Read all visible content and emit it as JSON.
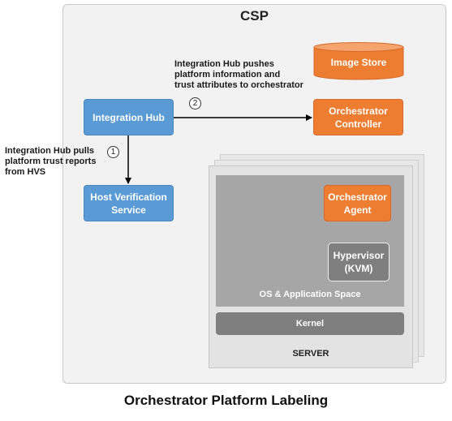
{
  "csp": {
    "title": "CSP"
  },
  "image_store": {
    "label": "Image Store"
  },
  "integration_hub": {
    "label": "Integration Hub"
  },
  "orchestrator_controller": {
    "label_line1": "Orchestrator",
    "label_line2": "Controller"
  },
  "host_verification": {
    "label_line1": "Host Verification",
    "label_line2": "Service"
  },
  "push_note": {
    "line1": "Integration Hub pushes",
    "line2": "platform information and",
    "line3": "trust attributes to orchestrator",
    "step": "2"
  },
  "pull_note": {
    "line1": "Integration Hub pulls",
    "line2": "platform trust reports",
    "line3": "from HVS",
    "step": "1"
  },
  "server": {
    "orchestrator_agent_line1": "Orchestrator",
    "orchestrator_agent_line2": "Agent",
    "hypervisor_line1": "Hypervisor",
    "hypervisor_line2": "(KVM)",
    "os_space": "OS & Application Space",
    "kernel": "Kernel",
    "label": "SERVER"
  },
  "caption": "Orchestrator Platform Labeling",
  "colors": {
    "blue_box": "#5b9bd5",
    "orange_box": "#ed7d31",
    "os_space": "#a6a6a6",
    "kernel": "#7f7f7f"
  }
}
